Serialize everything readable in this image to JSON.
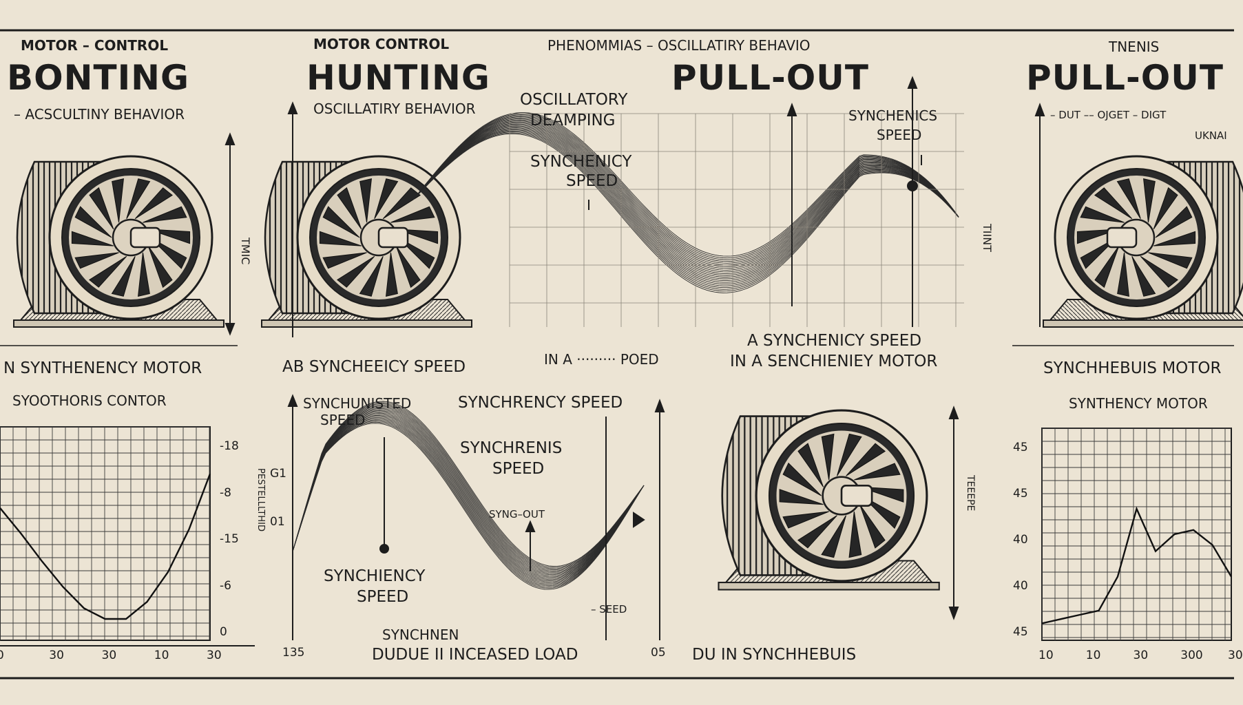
{
  "header": {
    "left_caption": "MOTOR – CONTROL",
    "center_caption": "MOTOR CONTROL",
    "center_subcaption": "PHENOMMIAS – OSCILLATIRY BEHAVIO",
    "right_caption": "TNENIS"
  },
  "panels": {
    "left": {
      "title": "BONTING",
      "subtitle": "– ACSCULTINY BEHAVIOR",
      "motor_caption": "N SYNTHENENCY MOTOR",
      "chart_caption": "SYOOTHORIS CONTOR",
      "side_label": "TMIC"
    },
    "hunting": {
      "title": "HUNTING",
      "subtitle": "OSCILLATIRY BEHAVIOR",
      "annotation_1": "OSCILLATORY",
      "annotation_2": "DEAMPING",
      "speed_label_1": "SYNCHENICY",
      "speed_label_2": "SPEED",
      "caption_1": "AB  SYNCHEEICY SPEED",
      "caption_2": "IN A  ·········  POED"
    },
    "pullout": {
      "title": "PULL-OUT",
      "speed_label_1": "SYNCHENICS",
      "speed_label_2": "SPEED",
      "caption_1": "A SYNCHENICY SPEED",
      "caption_2": "IN  A SENCHIENIEY MOTOR",
      "side_label": "TIINT"
    },
    "right": {
      "title": "PULL-OUT",
      "motor_caption": "SYNCHHEBUIS MOTOR",
      "chart_caption": "SYNTHENCY MOTOR",
      "small_note": "– DUT –– OJGET – DIGT",
      "small_note_2": "UKNAI"
    },
    "bottom_center": {
      "label_a": "SYNCHUNISTED",
      "label_a2": "SPEED",
      "label_b": "SYNCHRENCY SPEED",
      "label_c": "SYNCHRENIS",
      "label_c2": "SPEED",
      "label_d": "SYNCHIENCY",
      "label_d2": "SPEED",
      "label_e": "SYNG–OUT",
      "label_f": "– SEED",
      "label_g": "SYNCHNEN",
      "caption_left": "DUDUE II INCEASED LOAD",
      "caption_right": "DU  IN SYNCHHEBUIS",
      "tick_left_1": "G1",
      "tick_left_2": "01",
      "side_label": "PESTELLLTHID",
      "side_label_2": "TEEEPE"
    }
  },
  "chart_data": [
    {
      "type": "line",
      "title": "",
      "x_tick_labels": [
        "0",
        "30",
        "30",
        "10",
        "30"
      ],
      "y_tick_labels": [
        "-18",
        "-8",
        "-15",
        "-6",
        "0"
      ],
      "xlabel": "",
      "ylabel": "",
      "x": [
        0,
        1,
        2,
        3,
        4,
        5,
        6,
        7,
        8,
        9,
        10
      ],
      "values": [
        0.62,
        0.5,
        0.37,
        0.25,
        0.15,
        0.1,
        0.1,
        0.18,
        0.32,
        0.52,
        0.78
      ],
      "grid": true
    },
    {
      "type": "line",
      "title": "",
      "x_tick_labels": [
        "10",
        "10",
        "30",
        "300",
        "30"
      ],
      "y_tick_labels": [
        "45",
        "45",
        "40",
        "40",
        "45"
      ],
      "xlabel": "",
      "ylabel": "",
      "x": [
        0,
        1,
        2,
        3,
        4,
        5,
        6,
        7,
        8,
        9,
        10
      ],
      "values": [
        0.08,
        0.1,
        0.12,
        0.14,
        0.3,
        0.62,
        0.42,
        0.5,
        0.52,
        0.45,
        0.3
      ],
      "grid": true
    }
  ],
  "bottom_axis": {
    "left_tick": "135",
    "right_tick": "05"
  }
}
